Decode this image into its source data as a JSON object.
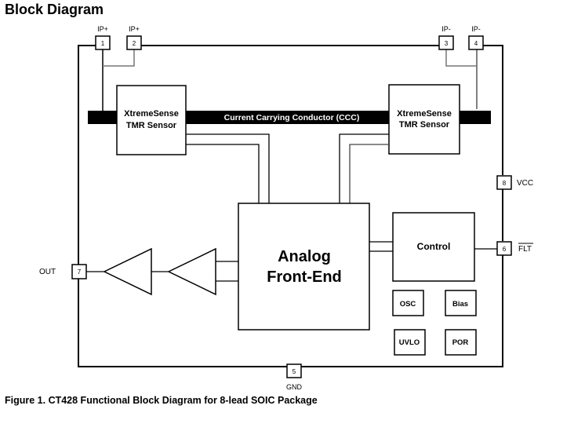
{
  "heading": "Block Diagram",
  "caption": "Figure 1. CT428 Functional Block Diagram for 8-lead SOIC Package",
  "pins": [
    {
      "number": "1",
      "label": "IP+"
    },
    {
      "number": "2",
      "label": "IP+"
    },
    {
      "number": "3",
      "label": "IP-"
    },
    {
      "number": "4",
      "label": "IP-"
    },
    {
      "number": "5",
      "label": "GND"
    },
    {
      "number": "6",
      "label": "FLT",
      "overbar": true
    },
    {
      "number": "7",
      "label": "OUT"
    },
    {
      "number": "8",
      "label": "VCC"
    }
  ],
  "blocks": {
    "sensor_left": {
      "line1": "XtremeSense",
      "line2": "TMR Sensor"
    },
    "sensor_right": {
      "line1": "XtremeSense",
      "line2": "TMR Sensor"
    },
    "conductor": "Current Carrying Conductor (CCC)",
    "afe": {
      "line1": "Analog",
      "line2": "Front-End"
    },
    "control": "Control",
    "osc": "OSC",
    "bias": "Bias",
    "uvlo": "UVLO",
    "por": "POR"
  }
}
